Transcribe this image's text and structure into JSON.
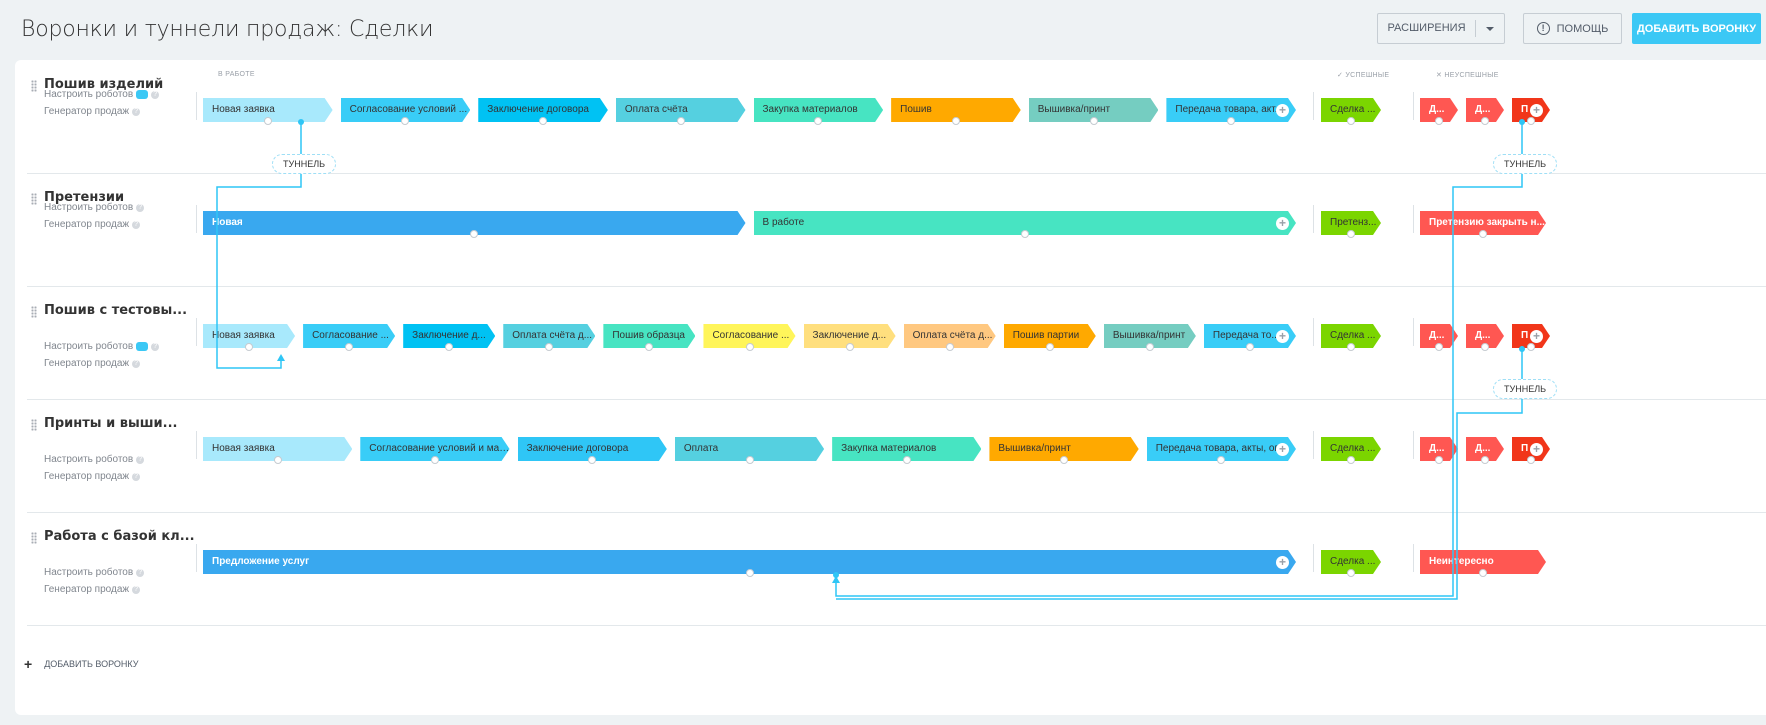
{
  "header": {
    "title": "Воронки и туннели продаж: Сделки",
    "extensions_label": "Расширения",
    "help_label": "Помощь",
    "add_funnel_label": "Добавить воронку"
  },
  "section_labels": {
    "in_progress": "В работе",
    "success": "Успешные",
    "fail": "Неуспешные"
  },
  "tunnels": [
    {
      "label": "ТУННЕЛЬ"
    },
    {
      "label": "ТУННЕЛЬ"
    },
    {
      "label": "ТУННЕЛЬ"
    }
  ],
  "footer": {
    "add_funnel_label": "Добавить воронку"
  },
  "funnels": [
    {
      "name": "Пошив изделий",
      "robots_label": "Настроить роботов",
      "gen_label": "Генератор продаж",
      "stages": [
        {
          "label": "Новая заявка",
          "color": "#a8e9fc"
        },
        {
          "label": "Согласование условий ...",
          "color": "#39cdf7"
        },
        {
          "label": "Заключение договора",
          "color": "#00c2f3"
        },
        {
          "label": "Оплата счёта",
          "color": "#55d0e0"
        },
        {
          "label": "Закупка материалов",
          "color": "#47e4c2"
        },
        {
          "label": "Пошив",
          "color": "#ffa900"
        },
        {
          "label": "Вышивка/принт",
          "color": "#75cdc1"
        },
        {
          "label": "Передача товара, акт...",
          "color": "#39cdf7"
        }
      ],
      "success": [
        {
          "label": "Сделка ...",
          "color": "#7bd500"
        }
      ],
      "fail": [
        {
          "label": "Д...",
          "color": "#ff5752"
        },
        {
          "label": "Д...",
          "color": "#ff5752"
        },
        {
          "label": "П",
          "color": "#f1361a"
        }
      ]
    },
    {
      "name": "Претензии",
      "robots_label": "Настроить роботов",
      "gen_label": "Генератор продаж",
      "stages": [
        {
          "label": "Новая",
          "color": "#39a8ef"
        },
        {
          "label": "В работе",
          "color": "#47e4c2"
        }
      ],
      "success": [
        {
          "label": "Претенз...",
          "color": "#7bd500"
        }
      ],
      "fail": [
        {
          "label": "Претензию закрыть н...",
          "color": "#ff5752"
        }
      ]
    },
    {
      "name": "Пошив с тестовы...",
      "robots_label": "Настроить роботов",
      "gen_label": "Генератор продаж",
      "stages": [
        {
          "label": "Новая заявка",
          "color": "#a8e9fc"
        },
        {
          "label": "Согласование ...",
          "color": "#39cdf7"
        },
        {
          "label": "Заключение д...",
          "color": "#00c2f3"
        },
        {
          "label": "Оплата счёта д...",
          "color": "#55d0e0"
        },
        {
          "label": "Пошив образца",
          "color": "#47e4c2"
        },
        {
          "label": "Согласование ...",
          "color": "#fff55a"
        },
        {
          "label": "Заключение д...",
          "color": "#ffdf7e"
        },
        {
          "label": "Оплата счёта д...",
          "color": "#ffc880"
        },
        {
          "label": "Пошив партии",
          "color": "#ffa900"
        },
        {
          "label": "Вышивка/принт",
          "color": "#75cdc1"
        },
        {
          "label": "Передача то...",
          "color": "#39cdf7"
        }
      ],
      "success": [
        {
          "label": "Сделка ...",
          "color": "#7bd500"
        }
      ],
      "fail": [
        {
          "label": "Д...",
          "color": "#ff5752"
        },
        {
          "label": "Д...",
          "color": "#ff5752"
        },
        {
          "label": "П",
          "color": "#f1361a"
        }
      ]
    },
    {
      "name": "Принты и выши...",
      "robots_label": "Настроить роботов",
      "gen_label": "Генератор продаж",
      "stages": [
        {
          "label": "Новая заявка",
          "color": "#a8e9fc"
        },
        {
          "label": "Согласование условий и мак...",
          "color": "#39cdf7"
        },
        {
          "label": "Заключение договора",
          "color": "#2fc6f6"
        },
        {
          "label": "Оплата",
          "color": "#55d0e0"
        },
        {
          "label": "Закупка материалов",
          "color": "#47e4c2"
        },
        {
          "label": "Вышивка/принт",
          "color": "#ffa900"
        },
        {
          "label": "Передача товара, акты, оп...",
          "color": "#39cdf7"
        }
      ],
      "success": [
        {
          "label": "Сделка ...",
          "color": "#7bd500"
        }
      ],
      "fail": [
        {
          "label": "Д...",
          "color": "#ff5752"
        },
        {
          "label": "Д...",
          "color": "#ff5752"
        },
        {
          "label": "П",
          "color": "#f1361a"
        }
      ]
    },
    {
      "name": "Работа с базой кл...",
      "robots_label": "Настроить роботов",
      "gen_label": "Генератор продаж",
      "stages": [
        {
          "label": "Предложение услуг",
          "color": "#39a8ef"
        }
      ],
      "success": [
        {
          "label": "Сделка ...",
          "color": "#7bd500"
        }
      ],
      "fail": [
        {
          "label": "Неинтересно",
          "color": "#ff5752"
        }
      ]
    }
  ]
}
